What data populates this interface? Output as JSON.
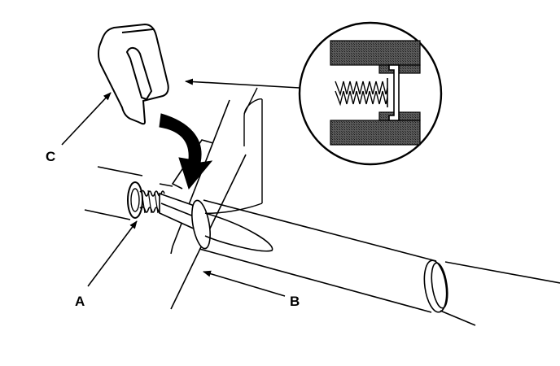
{
  "labels": {
    "a": "A",
    "b": "B",
    "c": "C"
  },
  "colors": {
    "ink": "#000000",
    "paper": "#ffffff",
    "hatch": "#3a3a3a"
  }
}
